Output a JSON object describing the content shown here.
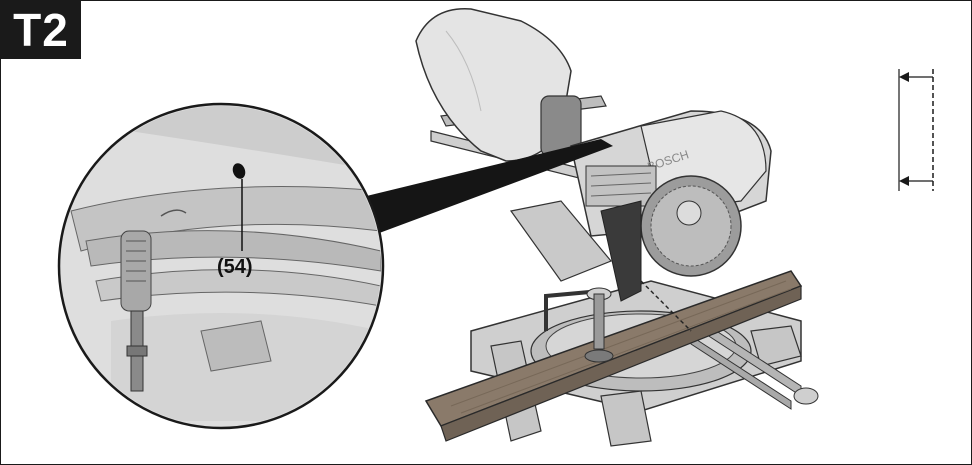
{
  "figure": {
    "badge_label": "T2",
    "callout_label": "(54)"
  },
  "colors": {
    "ink": "#1a1a1a",
    "background": "#ffffff",
    "metal_light": "#d9d9d9",
    "metal_mid": "#a9a9a9",
    "wood": "#8a7a6a"
  },
  "icons": [
    "miter-saw-illustration",
    "zoom-detail-circle",
    "cut-line-indicator-icon"
  ]
}
